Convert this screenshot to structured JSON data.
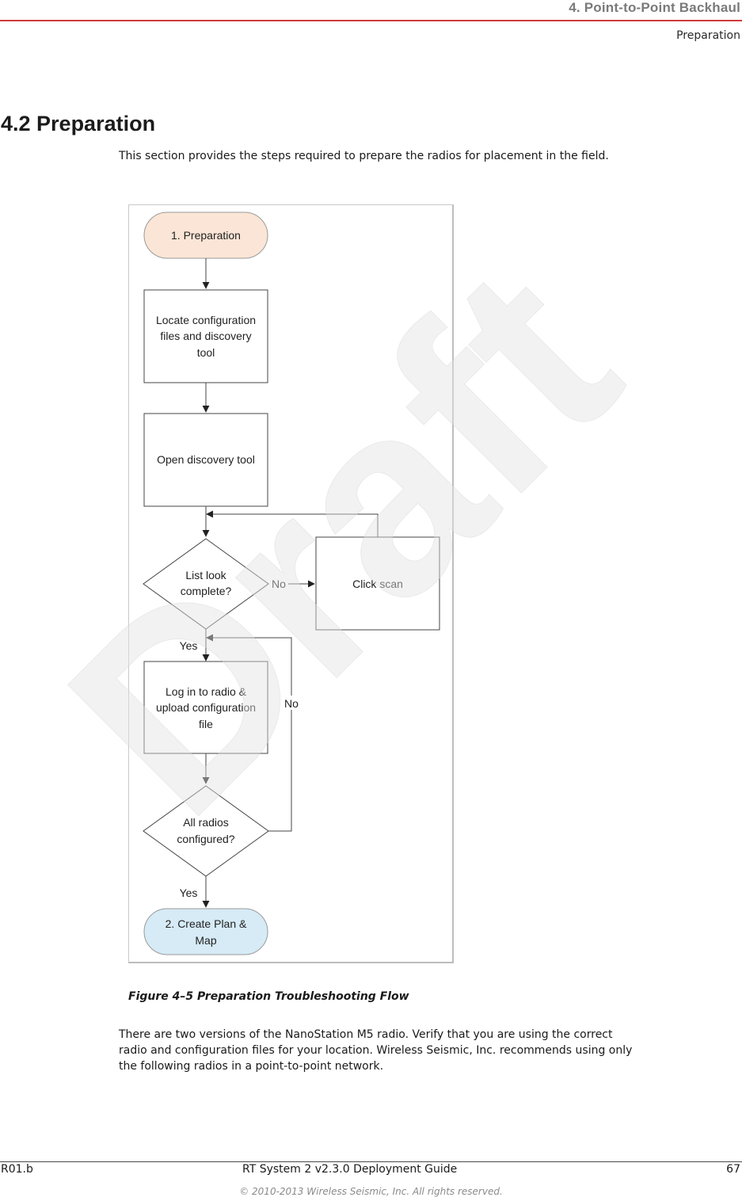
{
  "header": {
    "chapter": "4. Point-to-Point Backhaul",
    "section": "Preparation"
  },
  "section": {
    "title": "4.2 Preparation",
    "intro": "This section provides the steps required to prepare the radios for placement in the field."
  },
  "flowchart": {
    "start": "1. Preparation",
    "step_locate": [
      "Locate configuration",
      "files and discovery",
      "tool"
    ],
    "step_open": "Open discovery tool",
    "decision_list": [
      "List look",
      "complete?"
    ],
    "step_scan": "Click scan",
    "step_login": [
      "Log in to radio &",
      "upload configuration",
      "file"
    ],
    "decision_radios": [
      "All radios",
      "configured?"
    ],
    "end": [
      "2. Create Plan &",
      "Map"
    ],
    "label_no_1": "No",
    "label_yes_1": "Yes",
    "label_no_2": "No",
    "label_yes_2": "Yes"
  },
  "figure_caption": "Figure 4–5  Preparation Troubleshooting Flow",
  "body_lines": [
    "There are two versions of the NanoStation M5 radio. Verify that you are using the correct",
    "radio and configuration files for your location. Wireless Seismic, Inc. recommends using only",
    "the following radios in a point-to-point network."
  ],
  "watermark": "Draft",
  "footer": {
    "revision": "R01.b",
    "guide": "RT System 2 v2.3.0 Deployment Guide",
    "page": "67",
    "copyright": "© 2010-2013 Wireless Seismic, Inc. All rights reserved."
  },
  "colors": {
    "accent_rule": "#d0393b",
    "start_fill": "#fbe5d6",
    "end_fill": "#d6ebf6",
    "watermark": "#e6e6e6"
  }
}
